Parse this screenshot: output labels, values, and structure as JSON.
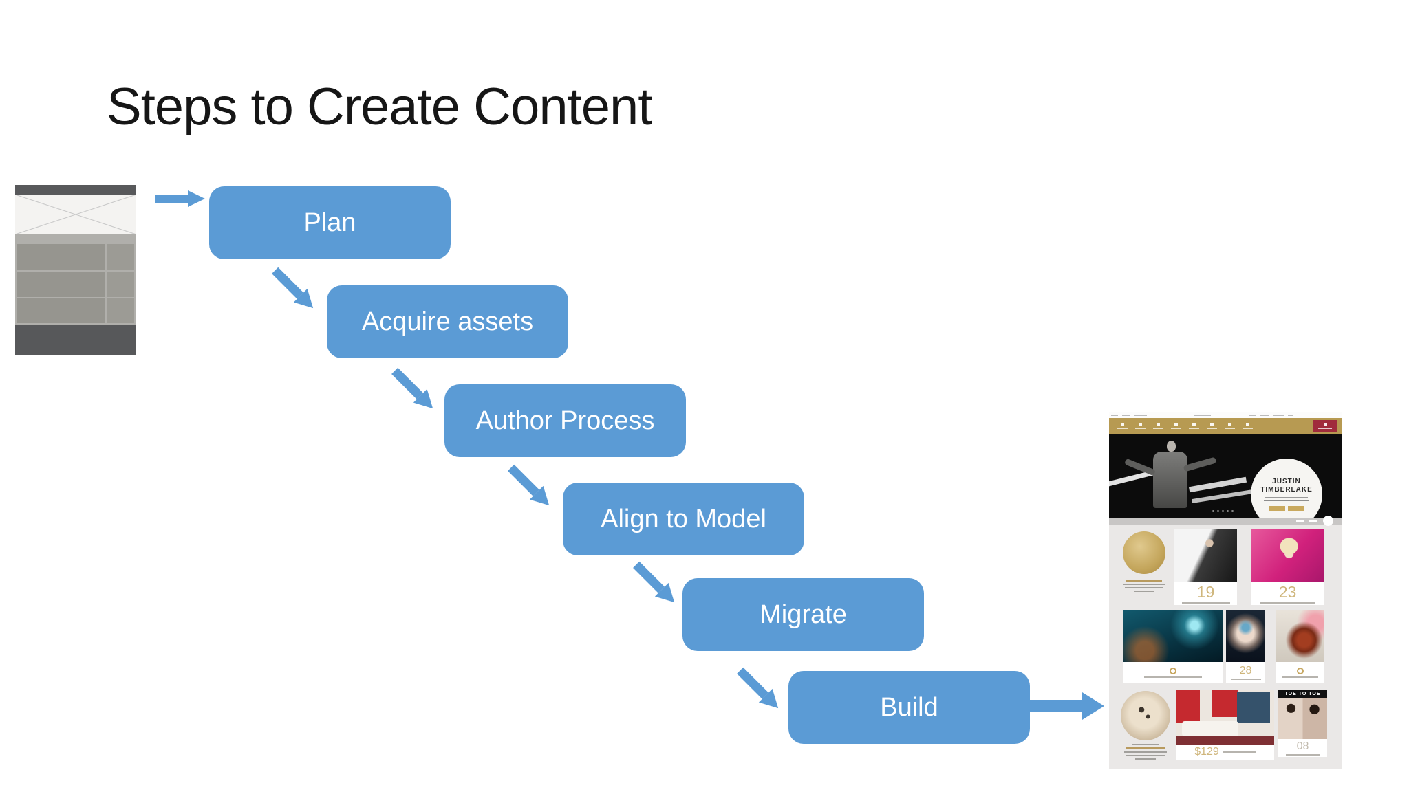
{
  "slide": {
    "title": "Steps to Create Content"
  },
  "flow": {
    "steps": [
      {
        "label": "Plan"
      },
      {
        "label": "Acquire assets"
      },
      {
        "label": "Author Process"
      },
      {
        "label": "Align to Model"
      },
      {
        "label": "Migrate"
      },
      {
        "label": "Build"
      }
    ]
  },
  "website_preview": {
    "hero_circle": {
      "name_line1": "JUSTIN",
      "name_line2": "TIMBERLAKE"
    },
    "event_dates": [
      "19",
      "23",
      "28",
      "08"
    ],
    "room_price": "$129",
    "boxing_banner": "TOE TO TOE"
  },
  "colors": {
    "step_blue": "#5b9bd5",
    "nav_gold": "#b79a52",
    "book_button_crimson": "#a02c3c",
    "number_gold": "#cfb67c",
    "title_text": "#161616"
  }
}
